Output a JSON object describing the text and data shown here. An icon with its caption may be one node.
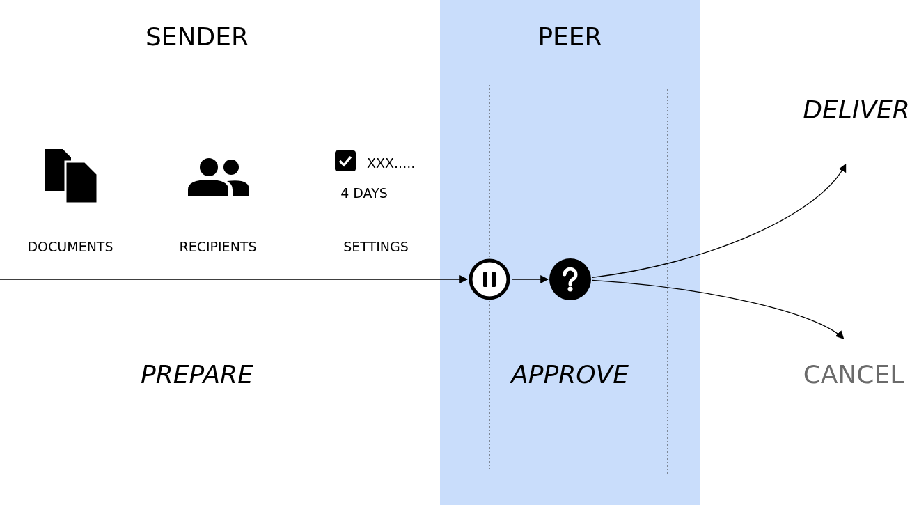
{
  "diagram": {
    "nodes": [
      {
        "text": [
          "PEER",
          "APPROVE"
        ]
      },
      {
        "text": [],
        "shape": "circle",
        "in": 0
      },
      {
        "text": [],
        "shape": "circle",
        "in": 0
      },
      {
        "text": [
          "DELIVER"
        ]
      },
      {
        "text": [
          "CANCEL"
        ]
      }
    ],
    "edges": [
      {
        "from": null,
        "to": 1,
        "arrow": "to"
      },
      {
        "from": 1,
        "to": 2,
        "arrow": "to"
      },
      {
        "from": 2,
        "to": 3,
        "arrow": "to"
      },
      {
        "from": 2,
        "to": 4,
        "arrow": "to"
      }
    ],
    "labels": [
      "SENDER",
      "DOCUMENTS",
      "RECIPIENTS",
      "XXX.....",
      "4 DAYS",
      "SETTINGS",
      "PREPARE"
    ]
  }
}
